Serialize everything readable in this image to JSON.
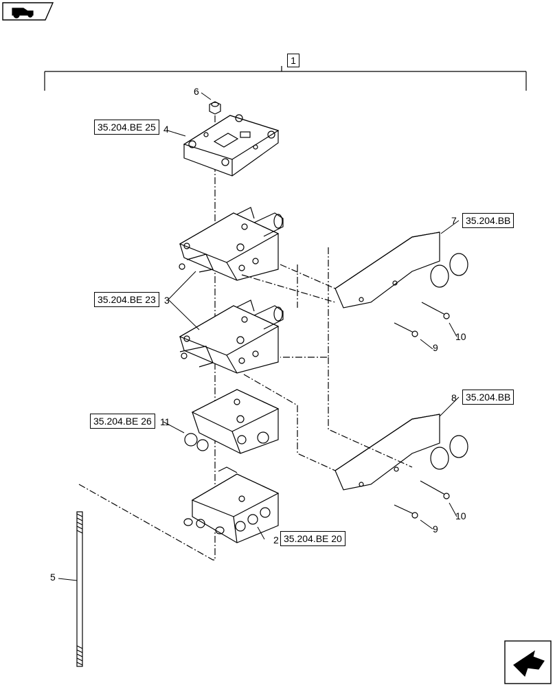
{
  "assembly": {
    "number": "1"
  },
  "items": [
    {
      "id": "item-6",
      "number": "6"
    },
    {
      "id": "item-4",
      "number": "4",
      "ref": "35.204.BE 25"
    },
    {
      "id": "item-3",
      "number": "3",
      "ref": "35.204.BE 23"
    },
    {
      "id": "item-11",
      "number": "11",
      "ref": "35.204.BE 26"
    },
    {
      "id": "item-2",
      "number": "2",
      "ref": "35.204.BE 20"
    },
    {
      "id": "item-5",
      "number": "5"
    },
    {
      "id": "item-7",
      "number": "7",
      "ref": "35.204.BB"
    },
    {
      "id": "item-8",
      "number": "8",
      "ref": "35.204.BB"
    },
    {
      "id": "item-9a",
      "number": "9"
    },
    {
      "id": "item-10a",
      "number": "10"
    },
    {
      "id": "item-9b",
      "number": "9"
    },
    {
      "id": "item-10b",
      "number": "10"
    }
  ],
  "icons": {
    "top_left": "tractor-nav-icon",
    "bottom_right": "next-page-arrow-icon"
  }
}
